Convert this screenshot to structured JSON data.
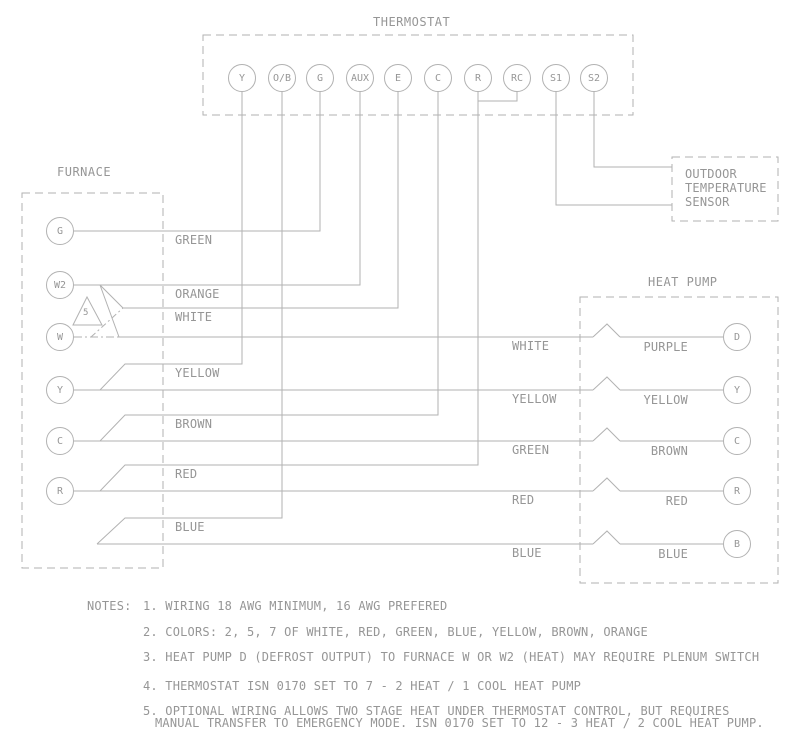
{
  "colors": {
    "background": "#ffffff",
    "line": "#b2b2b2",
    "text": "#969696"
  },
  "thermostat": {
    "title": "THERMOSTAT",
    "terminals": [
      "Y",
      "O/B",
      "G",
      "AUX",
      "E",
      "C",
      "R",
      "RC",
      "S1",
      "S2"
    ]
  },
  "furnace": {
    "title": "FURNACE",
    "terminals": [
      "G",
      "W2",
      "W",
      "Y",
      "C",
      "R"
    ],
    "wire_labels": [
      "GREEN",
      "ORANGE",
      "WHITE",
      "YELLOW",
      "BROWN",
      "RED",
      "BLUE"
    ]
  },
  "heat_pump": {
    "title": "HEAT PUMP",
    "terminals": [
      "D",
      "Y",
      "C",
      "R",
      "B"
    ],
    "wire_labels_left": [
      "WHITE",
      "YELLOW",
      "GREEN",
      "RED",
      "BLUE"
    ],
    "wire_labels_right": [
      "PURPLE",
      "YELLOW",
      "BROWN",
      "RED",
      "BLUE"
    ]
  },
  "outdoor_sensor": {
    "lines": [
      "OUTDOOR",
      "TEMPERATURE",
      "SENSOR"
    ]
  },
  "note_flag": "5",
  "notes": {
    "heading": "NOTES:",
    "items": [
      "1. WIRING 18 AWG MINIMUM, 16 AWG PREFERED",
      "2. COLORS: 2, 5, 7 OF WHITE, RED, GREEN, BLUE, YELLOW, BROWN, ORANGE",
      "3. HEAT PUMP D (DEFROST OUTPUT) TO FURNACE W OR W2 (HEAT) MAY REQUIRE PLENUM SWITCH",
      "4. THERMOSTAT ISN 0170 SET TO 7 - 2 HEAT / 1 COOL HEAT PUMP",
      "5. OPTIONAL WIRING ALLOWS TWO STAGE HEAT UNDER THERMOSTAT CONTROL, BUT REQUIRES"
    ],
    "item5_continuation": "MANUAL TRANSFER TO EMERGENCY MODE. ISN 0170 SET TO 12 - 3 HEAT / 2 COOL HEAT PUMP."
  }
}
